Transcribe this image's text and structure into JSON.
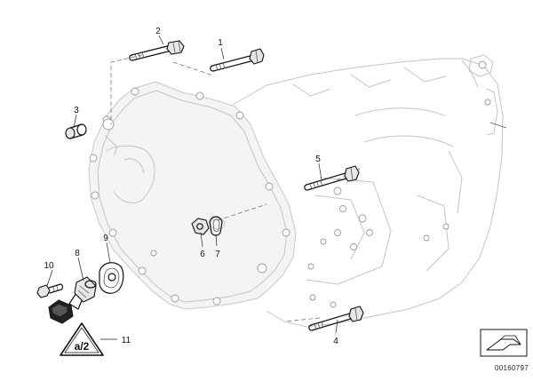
{
  "diagram": {
    "callouts": [
      {
        "id": "1",
        "label": "1"
      },
      {
        "id": "2",
        "label": "2"
      },
      {
        "id": "3",
        "label": "3"
      },
      {
        "id": "4",
        "label": "4"
      },
      {
        "id": "5",
        "label": "5"
      },
      {
        "id": "6",
        "label": "6"
      },
      {
        "id": "7",
        "label": "7"
      },
      {
        "id": "8",
        "label": "8"
      },
      {
        "id": "9",
        "label": "9"
      },
      {
        "id": "10",
        "label": "10"
      },
      {
        "id": "11",
        "label": "11"
      }
    ],
    "warning_sign_text": "a/2",
    "document_number": "00160797"
  }
}
